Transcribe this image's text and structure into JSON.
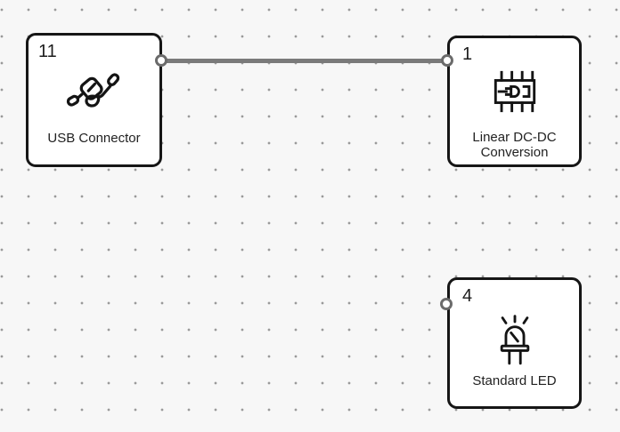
{
  "canvas": {
    "type": "node-graph-editor",
    "background_color": "#f7f7f7",
    "grid_dot_color": "#9a9a9a",
    "node_border_color": "#161616",
    "edge_color": "#7a7a7a",
    "port_border_color": "#6b6b6b",
    "nodes": [
      {
        "id": "11",
        "label": "USB Connector",
        "icon": "usb-cable-icon"
      },
      {
        "id": "1",
        "label": "Linear DC-DC Conversion",
        "icon": "chip-plug-icon"
      },
      {
        "id": "4",
        "label": "Standard LED",
        "icon": "led-icon"
      }
    ],
    "edges": [
      {
        "from_node": "11",
        "to_node": "1"
      }
    ]
  }
}
